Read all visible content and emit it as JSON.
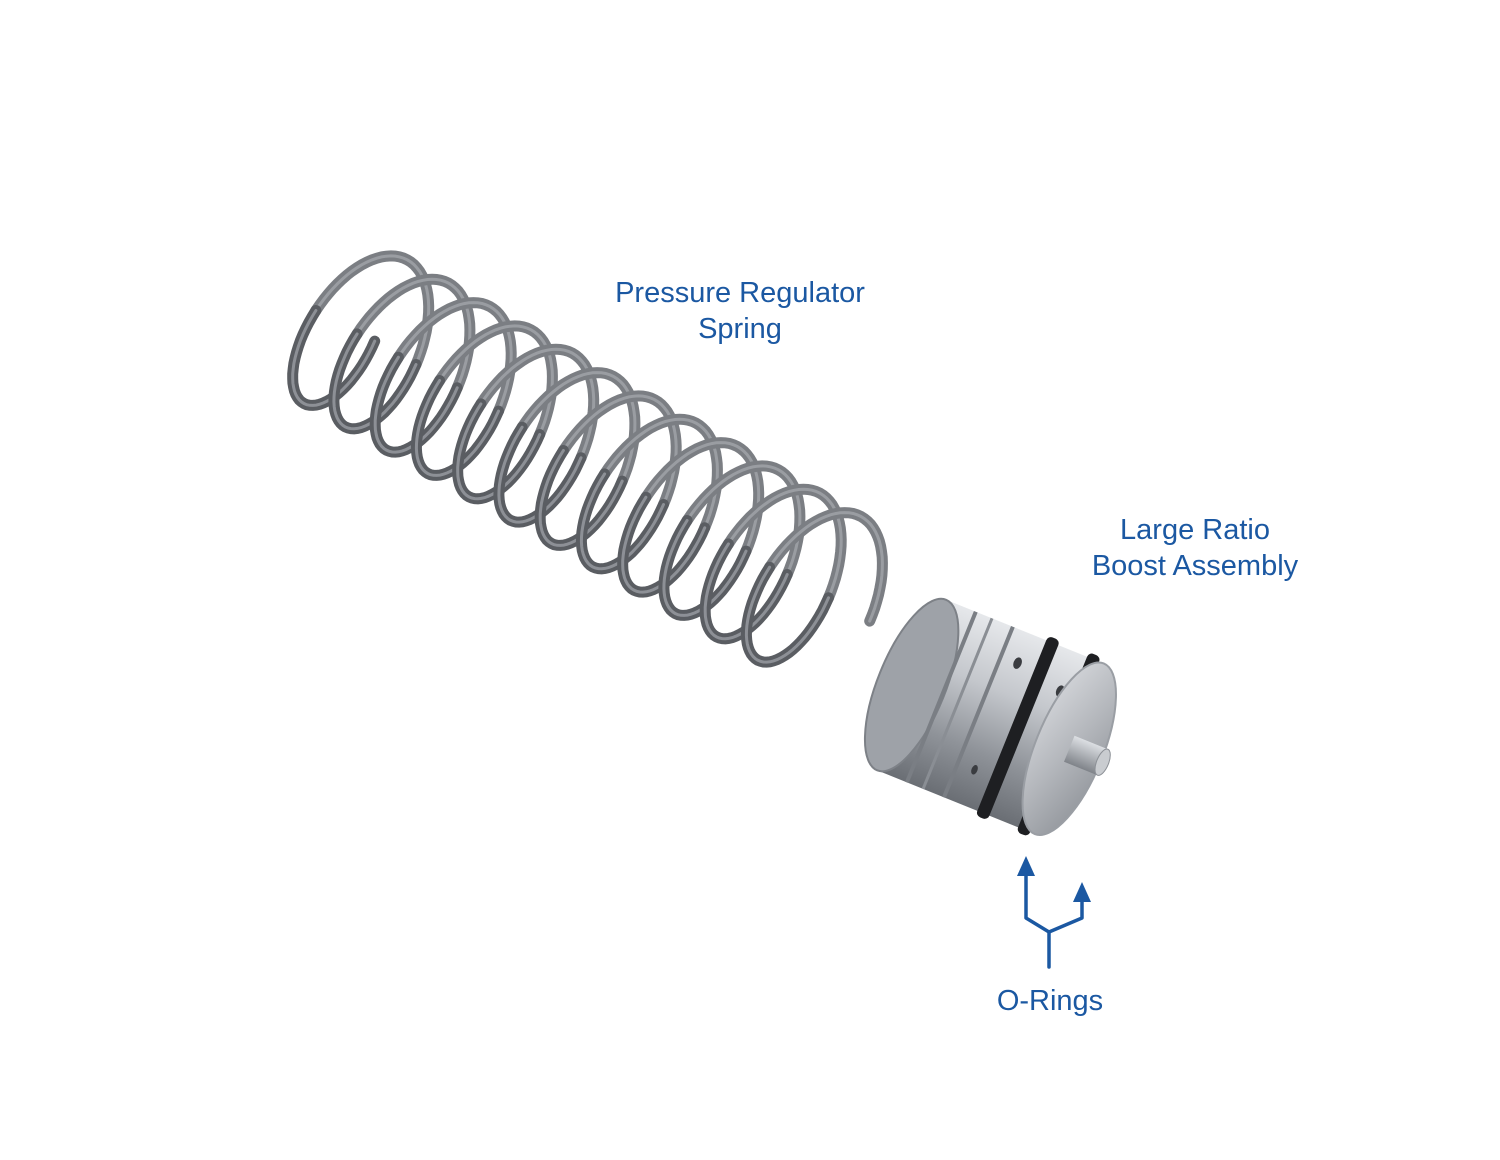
{
  "labels": {
    "spring": {
      "line1": "Pressure Regulator",
      "line2": "Spring"
    },
    "boost": {
      "line1": "Large Ratio",
      "line2": "Boost Assembly"
    },
    "orings": {
      "text": "O-Rings"
    }
  },
  "colors": {
    "label_text": "#1b58a2",
    "callout_arrow": "#1b58a2",
    "spring_wire": "#5a5d62",
    "metal": "#b9bcc1"
  },
  "icons": {
    "callout": "forked-arrow-icon"
  }
}
